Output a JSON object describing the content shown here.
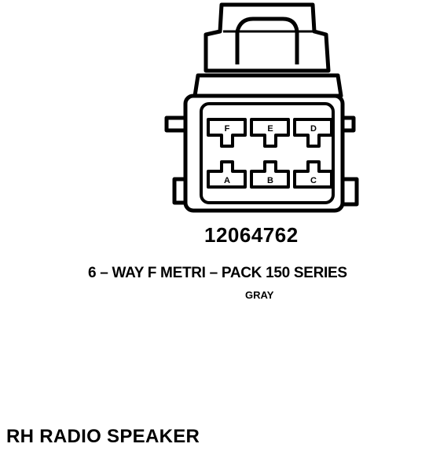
{
  "connector": {
    "part_number": "12064762",
    "series": "6 – WAY F METRI – PACK 150 SERIES",
    "color": "GRAY",
    "cavities_top": [
      "F",
      "E",
      "D"
    ],
    "cavities_bottom": [
      "A",
      "B",
      "C"
    ]
  },
  "component": {
    "name": "RH RADIO SPEAKER"
  }
}
